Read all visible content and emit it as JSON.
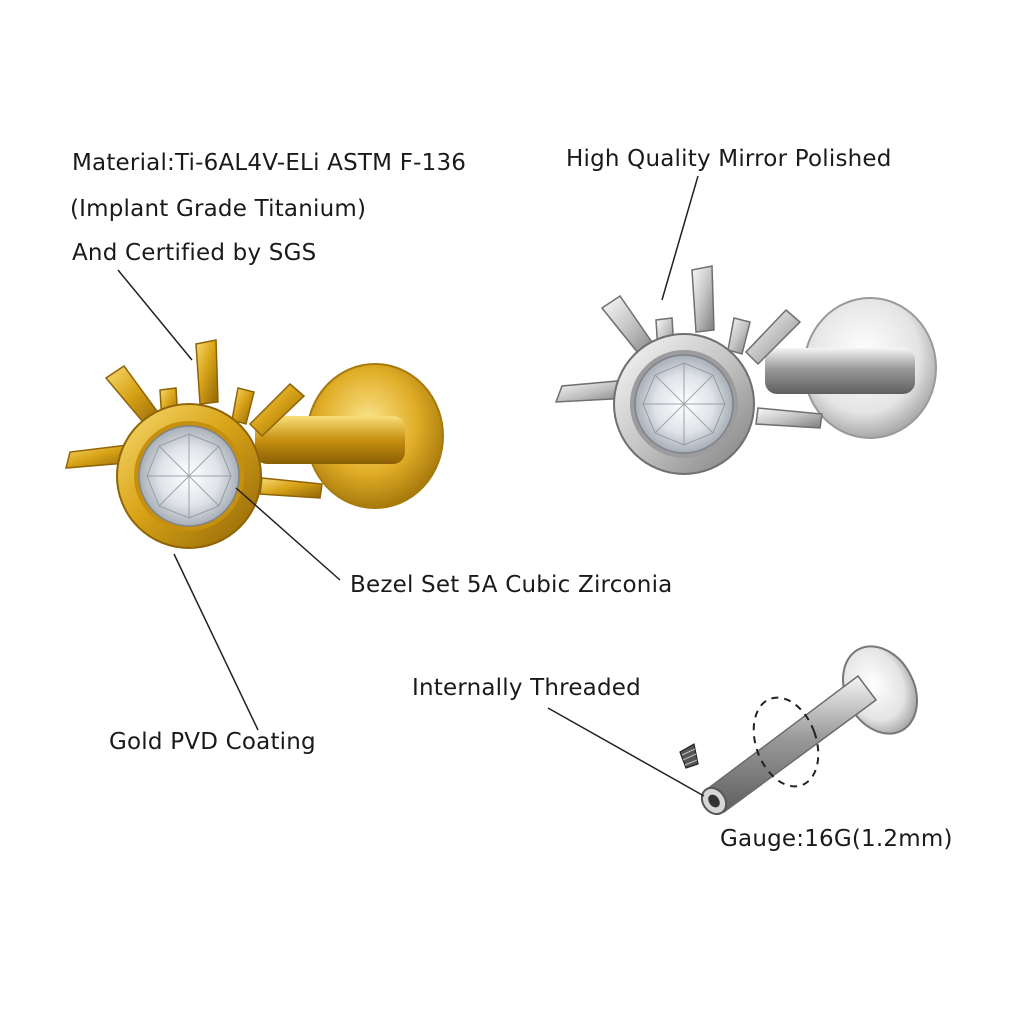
{
  "annotations": {
    "material_line1": "Material:Ti-6AL4V-ELi ASTM F-136",
    "material_line2": "(Implant Grade Titanium)",
    "material_line3": "And Certified by SGS",
    "polish": "High Quality Mirror Polished",
    "stone": "Bezel Set 5A Cubic Zirconia",
    "coating": "Gold PVD Coating",
    "threading": "Internally Threaded",
    "gauge": "Gauge:16G(1.2mm)"
  },
  "colors": {
    "gold": "#d9a418",
    "gold_light": "#f6d768",
    "gold_dark": "#9a6e08",
    "silver": "#c8c8c8",
    "silver_light": "#f4f4f4",
    "silver_dark": "#7a7a7a",
    "leader_line": "#222222"
  }
}
